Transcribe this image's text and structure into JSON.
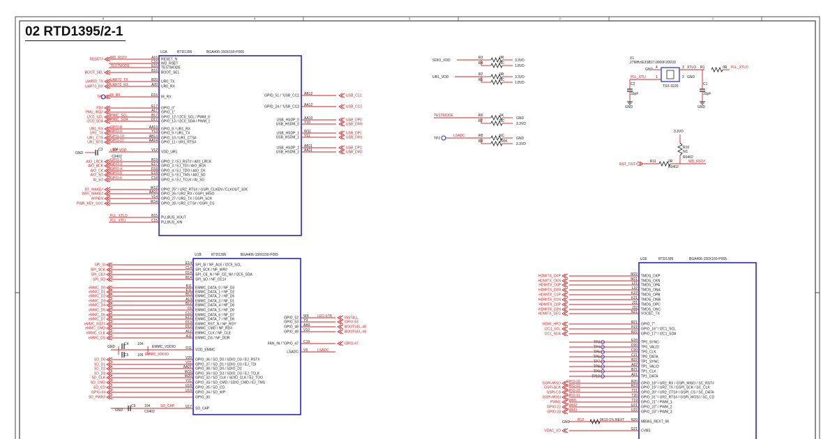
{
  "sheet": {
    "title": "02 RTD1395/2-1",
    "border_numbers": [
      "5",
      "4",
      "3",
      "2",
      "1"
    ]
  },
  "u1a": {
    "ref": "U1A",
    "part": "RTD1395",
    "package": "BGA406-150X150-P065",
    "left_pins": [
      {
        "num": "A16",
        "name": "RESET_N",
        "net": "WD_RST#",
        "port": "RESET#"
      },
      {
        "num": "C16",
        "name": "WD_RSET",
        "net": "",
        "port": ""
      },
      {
        "num": "E15",
        "name": "TESTMODE",
        "net": "TESTMODE",
        "port": ""
      },
      {
        "num": "B16",
        "name": "BOOT_SEL",
        "net": "",
        "port": "BOOT_SEL"
      },
      {
        "num": "B20",
        "name": "UR0_TX",
        "net": "UART0_TX",
        "port": "UART0_TX"
      },
      {
        "num": "A20",
        "name": "UR0_RX",
        "net": "UART0_RX",
        "port": "UART0_RX"
      },
      {
        "num": "D15",
        "name": "IR_RX",
        "net": "IR_RX",
        "port": "TP1"
      },
      {
        "num": "E17",
        "name": "GPIO_0\"",
        "net": "",
        "port": "PD#"
      },
      {
        "num": "A17",
        "name": "GPIO_1\"",
        "net": "",
        "port": "PMU_IRQ#"
      },
      {
        "num": "B17",
        "name": "GPIO_12 / I2C0_SCL / PWM_0",
        "net": "PMIC_SCL",
        "port": "I2C0_SCL"
      },
      {
        "num": "D17",
        "name": "GPIO_13 / I2C0_SDA / PWM_1",
        "net": "PMIC_SDA",
        "port": "I2C0_SDA"
      },
      {
        "num": "AA13",
        "name": "GPIO_8 / UR1_RX",
        "net": "GPIO-8",
        "port": "UR1_RX"
      },
      {
        "num": "Y13",
        "name": "GPIO_9 / UR1_TX",
        "net": "GPIO-9",
        "port": "UR1_TX"
      },
      {
        "num": "AB13",
        "name": "GPIO_10 / UR1_CTS#",
        "net": "GPIO-10",
        "port": "UR1_CTS"
      },
      {
        "num": "AA14",
        "name": "GPIO_11 / UR1_RTS#",
        "net": "GPIO-11",
        "port": "UR1_RTS"
      },
      {
        "num": "V12",
        "name": "VDD_UR1",
        "net": "UR1_VDD",
        "port": ""
      },
      {
        "num": "B19",
        "name": "GPIO_2 / EJ_RST# / AIO_LRCK",
        "net": "GPIO-2",
        "port": "AIO_LRCK"
      },
      {
        "num": "E17",
        "name": "GPIO_3 / EJ_TDI / AIO_BCK",
        "net": "GPIO-3",
        "port": "AIO_BCK"
      },
      {
        "num": "D18",
        "name": "GPIO_4 / EJ_TDO / AIO_CK",
        "net": "GPIO-4",
        "port": "AIO_CK"
      },
      {
        "num": "E18",
        "name": "GPIO_5 / EJ_TMS / AIO_SD",
        "net": "GPIO-5",
        "port": "AIO_SD"
      },
      {
        "num": "C18",
        "name": "GPIO_6 / EJ_TCLK / AI_SD",
        "net": "GPIO-6",
        "port": "AI_SD"
      },
      {
        "num": "W12",
        "name": "GPIO_25\" / UR2_RTS# / GSPI_CLKEN / CLKOUT_32K",
        "net": "",
        "port": "BT_WAKE#"
      },
      {
        "num": "AA16",
        "name": "GPIO_26 / UR2_RX / GSPI_MISO",
        "net": "",
        "port": "WIFI_WAKE#"
      },
      {
        "num": "V14",
        "name": "GPIO_27 / UR2_TX / GSPI_SCK",
        "net": "",
        "port": "WIFIEN"
      },
      {
        "num": "W14",
        "name": "GPIO_28 / UR2_CTS# / GSPI_CS",
        "net": "",
        "port": "PWR_KEY_SOC"
      },
      {
        "num": "B15",
        "name": "PLLBUS_XOUT",
        "net": "PLL_XTLO",
        "port": ""
      },
      {
        "num": "C15",
        "name": "PLLBUS_XIN",
        "net": "PLL_XTLI",
        "port": ""
      }
    ],
    "right_pins": [
      {
        "num": "AB12",
        "name": "GPIO_51 / \"USB_CC1",
        "port": "USB_CC1"
      },
      {
        "num": "AA12",
        "name": "GPIO_24 / \"USB_CC2",
        "port": "USB_CC2"
      },
      {
        "num": "AA10",
        "name": "USB_HSDP_0",
        "port": "USB_DP0"
      },
      {
        "num": "Y10",
        "name": "USB_HSDM_0",
        "port": "USB_DM0"
      },
      {
        "num": "W11",
        "name": "USB_HSDP_1",
        "port": "USB_DP1"
      },
      {
        "num": "V11",
        "name": "USB_HSDM_1",
        "port": "USB_DM1"
      },
      {
        "num": "AB11",
        "name": "USB_HSDP_2",
        "port": "USB_DP2"
      },
      {
        "num": "AA11",
        "name": "USB_HSDM_2",
        "port": "USB_DM2"
      }
    ],
    "vdd_cap": {
      "gnd": "GND",
      "ref": "C3",
      "ref2": "104",
      "value": "C0402"
    }
  },
  "u1b": {
    "ref": "U1B",
    "part": "RTD1395",
    "package": "BGA406-150X150-P065",
    "left_pins": [
      {
        "num": "E14",
        "name": "SPI_SI / NF_ALE / I2C5_SCL",
        "port": "SPI_SI"
      },
      {
        "num": "C14",
        "name": "SPI_SCK / NF_WR#",
        "port": "SPI_SCK"
      },
      {
        "num": "D14",
        "name": "SPI_CE_N / NF_CE_N# / I2C5_SDA",
        "port": "SPI_CE#"
      },
      {
        "num": "B14",
        "name": "SPI_SO / NF_CE1#",
        "port": "SPI_SO"
      },
      {
        "num": "B11",
        "name": "EMMC_DATA_0 / NF_D3",
        "port": "eMMC_D0"
      },
      {
        "num": "E11",
        "name": "EMMC_DATA_1 / NF_D2",
        "port": "eMMC_D1"
      },
      {
        "num": "B13",
        "name": "EMMC_DATA_2 / NF_D5",
        "port": "eMMC_D2"
      },
      {
        "num": "A13",
        "name": "EMMC_DATA_3 / NF_D1",
        "port": "eMMC_D3"
      },
      {
        "num": "B12",
        "name": "EMMC_DATA_4 / NF_D6",
        "port": "eMMC_D4"
      },
      {
        "num": "C6",
        "name": "EMMC_DATA_5 / NF_D0",
        "port": "eMMC_D5"
      },
      {
        "num": "C12",
        "name": "EMMC_DATA_6 / NF_D7",
        "port": "eMMC_D6"
      },
      {
        "num": "E12",
        "name": "EMMC_DATA_7 / NF_D6",
        "port": "eMMC_D7"
      },
      {
        "num": "D13",
        "name": "EMMC_RST_N / NF_RDY",
        "port": "eMMC_RST#"
      },
      {
        "num": "D12",
        "name": "EMMC_CMD / NF_RD#",
        "port": "eMMC_CMD"
      },
      {
        "num": "A12",
        "name": "EMMC_CLK / NF_CLE",
        "port": "eMMC_CLK"
      },
      {
        "num": "A11",
        "name": "EMMC_DS / NF_DDR",
        "port": "eMMC_DS"
      },
      {
        "num": "D11",
        "name": "VDD_EMMC",
        "port": ""
      },
      {
        "num": "V20",
        "name": "GPIO_36 / SD_D0 / SDIO_D3 / EJ_RST#",
        "port": "SD_D0"
      },
      {
        "num": "V21",
        "name": "GPIO_37 / SD_D1 / SDIO_D3 / EJ_TDI",
        "port": "SD_D1"
      },
      {
        "num": "AA21",
        "name": "GPIO_38 / SD_D0 / SDIO_D2",
        "port": "SD_D2"
      },
      {
        "num": "W15",
        "name": "GPIO_39 / SD_D3 / SDIO_D3 / EJ_TCLK",
        "port": "SD_D3"
      },
      {
        "num": "W20",
        "name": "GPIO_32 / SD_CLK / SDIO_CLK / EJ_TDO",
        "port": "SD_CLK"
      },
      {
        "num": "Y21",
        "name": "GPIO_33 / SD_CMD / SDIO_CMD / EJ_TMS",
        "port": "SD_CMD"
      },
      {
        "num": "U18",
        "name": "GPIO_35 / SD_CD",
        "port": "SD_CD"
      },
      {
        "num": "U19",
        "name": "GPIO_34 / SD_WP",
        "port": "GPIO-34"
      },
      {
        "num": "",
        "name": "GPIO_30",
        "port": "SD_PWR#"
      },
      {
        "num": "U17",
        "name": "SD_CAP",
        "port": ""
      }
    ],
    "right_pins": [
      {
        "num": "W9",
        "name": "GPIO_52",
        "net": "LED-STB",
        "port": "INSTALL"
      },
      {
        "num": "Y9",
        "name": "GPIO_53",
        "net": "",
        "port": "GPIO-53"
      },
      {
        "num": "AA9",
        "name": "GPIO_48",
        "net": "",
        "port": "BOOTSEL-48"
      },
      {
        "num": "V10",
        "name": "GPIO_49",
        "net": "",
        "port": "BOOTSEL-49"
      },
      {
        "num": "C19",
        "name": "FAN_IN / \"GPIO_47",
        "net": "",
        "port": "GPIO-47"
      },
      {
        "num": "V9",
        "name": "LSADC",
        "net": "LSADC",
        "port": ""
      }
    ],
    "emmc_caps": {
      "gnd": "GND",
      "c4": "C4",
      "c4b": "104",
      "c5": "C5",
      "c5b": "105",
      "net1": "EMMC_VDDIO",
      "net2": "EMMC_VDDIO"
    },
    "sd_cap": {
      "gnd": "GND",
      "ref": "C6",
      "ref2": "104",
      "value": "C0402",
      "net": "SD_CAP"
    }
  },
  "u1e": {
    "ref": "U1E",
    "part": "RTD1395",
    "package": "BGA406-150X150-P065",
    "left_pins": [
      {
        "num": "M22",
        "name": "TMDS_CKP",
        "port": "HDMITX_CKP"
      },
      {
        "num": "M21",
        "name": "TMDS_CKN",
        "port": "HDMITX_CKN"
      },
      {
        "num": "L21",
        "name": "TMDS_OPA",
        "port": "HDMITX_D0P"
      },
      {
        "num": "L22",
        "name": "TMDS_ONA",
        "port": "HDMITX_D0N"
      },
      {
        "num": "K22",
        "name": "TMDS_OPB",
        "port": "HDMITX_D1P"
      },
      {
        "num": "K21",
        "name": "TMDS_ONB",
        "port": "HDMITX_D1N"
      },
      {
        "num": "J21",
        "name": "TMDS_OPC",
        "port": "HDMITX_D2P"
      },
      {
        "num": "J22",
        "name": "TMDS_ONC",
        "port": "HDMITX_D2N"
      },
      {
        "num": "N21",
        "name": "VOCEC_TX",
        "port": "HDMITX_CEC"
      },
      {
        "num": "R21",
        "name": "GPIO_7\"",
        "port": "HDMI_HPD"
      },
      {
        "num": "P22",
        "name": "GPIO_16\" / I2C1_SCL",
        "port": "I2C1_SCL"
      },
      {
        "num": "R22",
        "name": "GPIO_17\" / I2C1_SDA",
        "port": "I2C1_SDA"
      },
      {
        "num": "E20",
        "name": "TP0_SYNC",
        "tp": "TP3"
      },
      {
        "num": "D20",
        "name": "TP0_VALID",
        "tp": "TP4"
      },
      {
        "num": "C20",
        "name": "TP0_CLK",
        "tp": "TP5"
      },
      {
        "num": "C21",
        "name": "TP0_DATA",
        "tp": "TP6"
      },
      {
        "num": "B22",
        "name": "TP1_SYNC",
        "tp": "TP7"
      },
      {
        "num": "A22",
        "name": "TP1_VALID",
        "tp": "TP8"
      },
      {
        "num": "B21",
        "name": "TP1_CLK",
        "tp": "TP9"
      },
      {
        "num": "A21",
        "name": "TP1_DATA",
        "tp": "TP10"
      },
      {
        "num": "R20",
        "name": "GPIO_18\" / UR2_RX / GSPI_MISO / SC_RST#",
        "net": "GPIO-18",
        "port": "GSPI-MISO"
      },
      {
        "num": "R19",
        "name": "GPIO_19\" / UR2_TX / GSPI_SCK / SC_CLK",
        "net": "GPIO-19",
        "port": "GSPI-SCK"
      },
      {
        "num": "T21",
        "name": "GPIO_20\" / UR2_CTS# / GSPI_CS / SC_DATA",
        "net": "GPIO-20",
        "port": "GSPI-CS"
      },
      {
        "num": "T20",
        "name": "GPIO_31\" / UR2_RTS# / GSPI_MOSI / SC_CD",
        "net": "GPIO-31",
        "port": "GSPI-MOSI"
      },
      {
        "num": "T19",
        "name": "GPIO_21\" / PWM_1",
        "net": "PWM1",
        "port": "PWM1"
      },
      {
        "num": "U21",
        "name": "GPIO_22\" / PWM_2",
        "net": "PWM2",
        "port": "GPIO-22"
      },
      {
        "num": "U22",
        "name": "GPIO_23\" / PWM_3",
        "net": "PWM3",
        "port": "GPIO-23"
      },
      {
        "num": "N20",
        "name": "MBIAS_REXT_6K",
        "net": "",
        "port": ""
      },
      {
        "num": "G21",
        "name": "CVBS",
        "net": "",
        "port": "VDAC_VD"
      }
    ],
    "rext": {
      "gnd": "GND",
      "ref": "R12",
      "value": "6K19-1% REXT"
    }
  },
  "misc": {
    "sdio_vdd": "SDIO_VDD",
    "ur1_vdd": "UR1_VDD",
    "sdio_res": [
      {
        "ref": "R3",
        "val": "0R",
        "rail": "3.3VD"
      },
      {
        "ref": "R4",
        "val": "NC",
        "rail": "1.8VD"
      }
    ],
    "ur1_res": [
      {
        "ref": "R2",
        "val": "0R",
        "rail": "3.3VD"
      },
      {
        "ref": "R5",
        "val": "NC",
        "rail": "1.8VD"
      }
    ],
    "testmode": {
      "label": "TESTMODE",
      "r1": "R6",
      "v1": "1K",
      "r2": "R7",
      "v2": "NC",
      "gnd": "GND",
      "rail": "3.3VD"
    },
    "lsadc": {
      "tp": "TP2",
      "label": "LSADC",
      "r1": "R8",
      "v1": "NC",
      "r2": "R9",
      "v2": "100K",
      "gnd": "GND",
      "rail": "3.3VD"
    },
    "crystal": {
      "ref": "X1",
      "desc": "27MHz/E3SB27.0000F20D33",
      "pkg": "TSX-3225",
      "gnd": "GND",
      "pin1": "1",
      "pin2": "2",
      "pin3": "3",
      "pin4": "4",
      "pll_xtli": "PLL_XTLI",
      "xtlo_net": "XTLO",
      "r1": "R1",
      "r1v": "0R",
      "pll_xtlo": "PLL_XTLO",
      "c2": "C2",
      "c2v": "33pF",
      "c1": "C1",
      "c1v": "33pF",
      "gnd2": "GND",
      "gnd3": "GND",
      "gnd4": "GND"
    },
    "reset": {
      "rail": "3.3VD",
      "r10": "R10",
      "r10v": "NC",
      "r10p": "R0402",
      "rst_out": "RST_OUT#",
      "r11": "R11",
      "r11v": "0R",
      "r11p": "R0402",
      "wd_rst": "WD_RST#"
    }
  }
}
